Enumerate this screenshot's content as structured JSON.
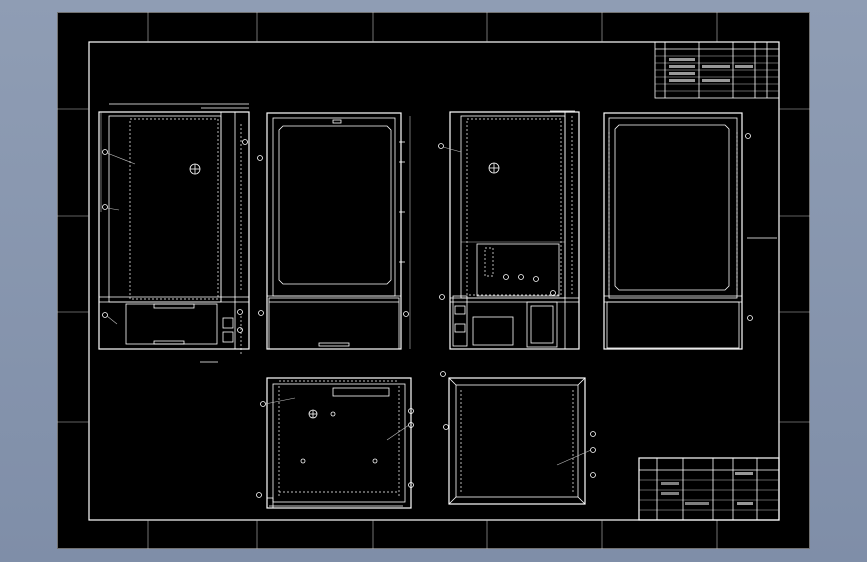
{
  "drawing": {
    "background": "#000000",
    "line_color": "#ffffff",
    "viewer_background": "#8f9db4",
    "views": [
      {
        "id": "front-view",
        "label": ""
      },
      {
        "id": "inner-view",
        "label": ""
      },
      {
        "id": "side-view",
        "label": ""
      },
      {
        "id": "rear-view",
        "label": ""
      },
      {
        "id": "top-plate-view",
        "label": ""
      },
      {
        "id": "bottom-plate-view",
        "label": ""
      }
    ]
  }
}
